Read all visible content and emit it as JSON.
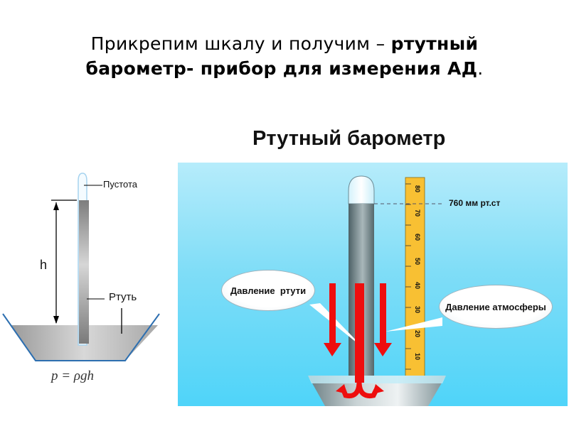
{
  "slide": {
    "title_normal": "Прикрепим шкалу и получим – ",
    "title_bold_1": "ртутный",
    "title_bold_2": "барометр- прибор для измерения АД",
    "title_end": "."
  },
  "left_diagram": {
    "label_void": "Пустота",
    "label_mercury": "Ртуть",
    "label_height": "h",
    "formula": "p = ρgh"
  },
  "right_diagram": {
    "title": "Ртутный барометр",
    "level_label": "760 мм рт.ст",
    "bubble_mercury": "Давление  ртути",
    "bubble_atmosphere": "Давление атмосферы",
    "scale_ticks": [
      "80",
      "70",
      "60",
      "50",
      "40",
      "30",
      "20",
      "10"
    ],
    "colors": {
      "panel_top": "#b6ecfb",
      "panel_bottom": "#4fd4f9",
      "arrow": "#ee0e0e",
      "scale": "#f8c033"
    }
  }
}
